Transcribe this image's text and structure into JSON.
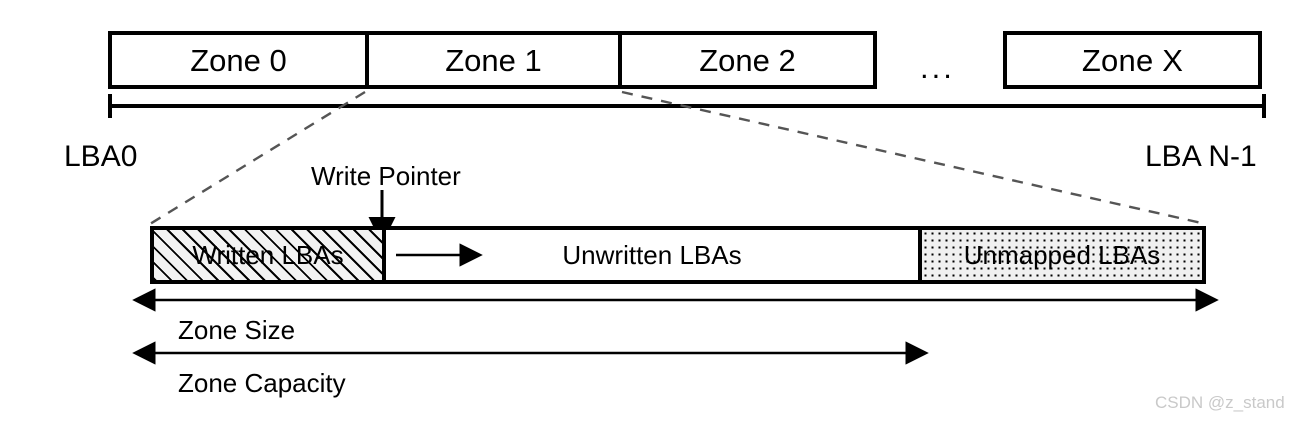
{
  "diagram": {
    "title": "Zoned storage zone layout",
    "top_strip": {
      "zones": [
        {
          "label": "Zone 0"
        },
        {
          "label": "Zone 1"
        },
        {
          "label": "Zone 2"
        }
      ],
      "ellipsis": "...",
      "last_zone": {
        "label": "Zone X"
      }
    },
    "address_range": {
      "start_label": "LBA0",
      "end_label": "LBA N-1"
    },
    "expanded_zone": {
      "write_pointer_label": "Write Pointer",
      "segments": [
        {
          "label": "Written LBAs",
          "fill": "diagonal-hatch"
        },
        {
          "label": "Unwritten LBAs",
          "fill": "solid-white"
        },
        {
          "label": "Unmapped LBAs",
          "fill": "dotted"
        }
      ]
    },
    "measurements": [
      {
        "label": "Zone Size"
      },
      {
        "label": "Zone Capacity"
      }
    ],
    "watermark": "CSDN @z_stand"
  },
  "colors": {
    "stroke": "#000000",
    "background": "#ffffff",
    "watermark": "#c9c9c9"
  }
}
